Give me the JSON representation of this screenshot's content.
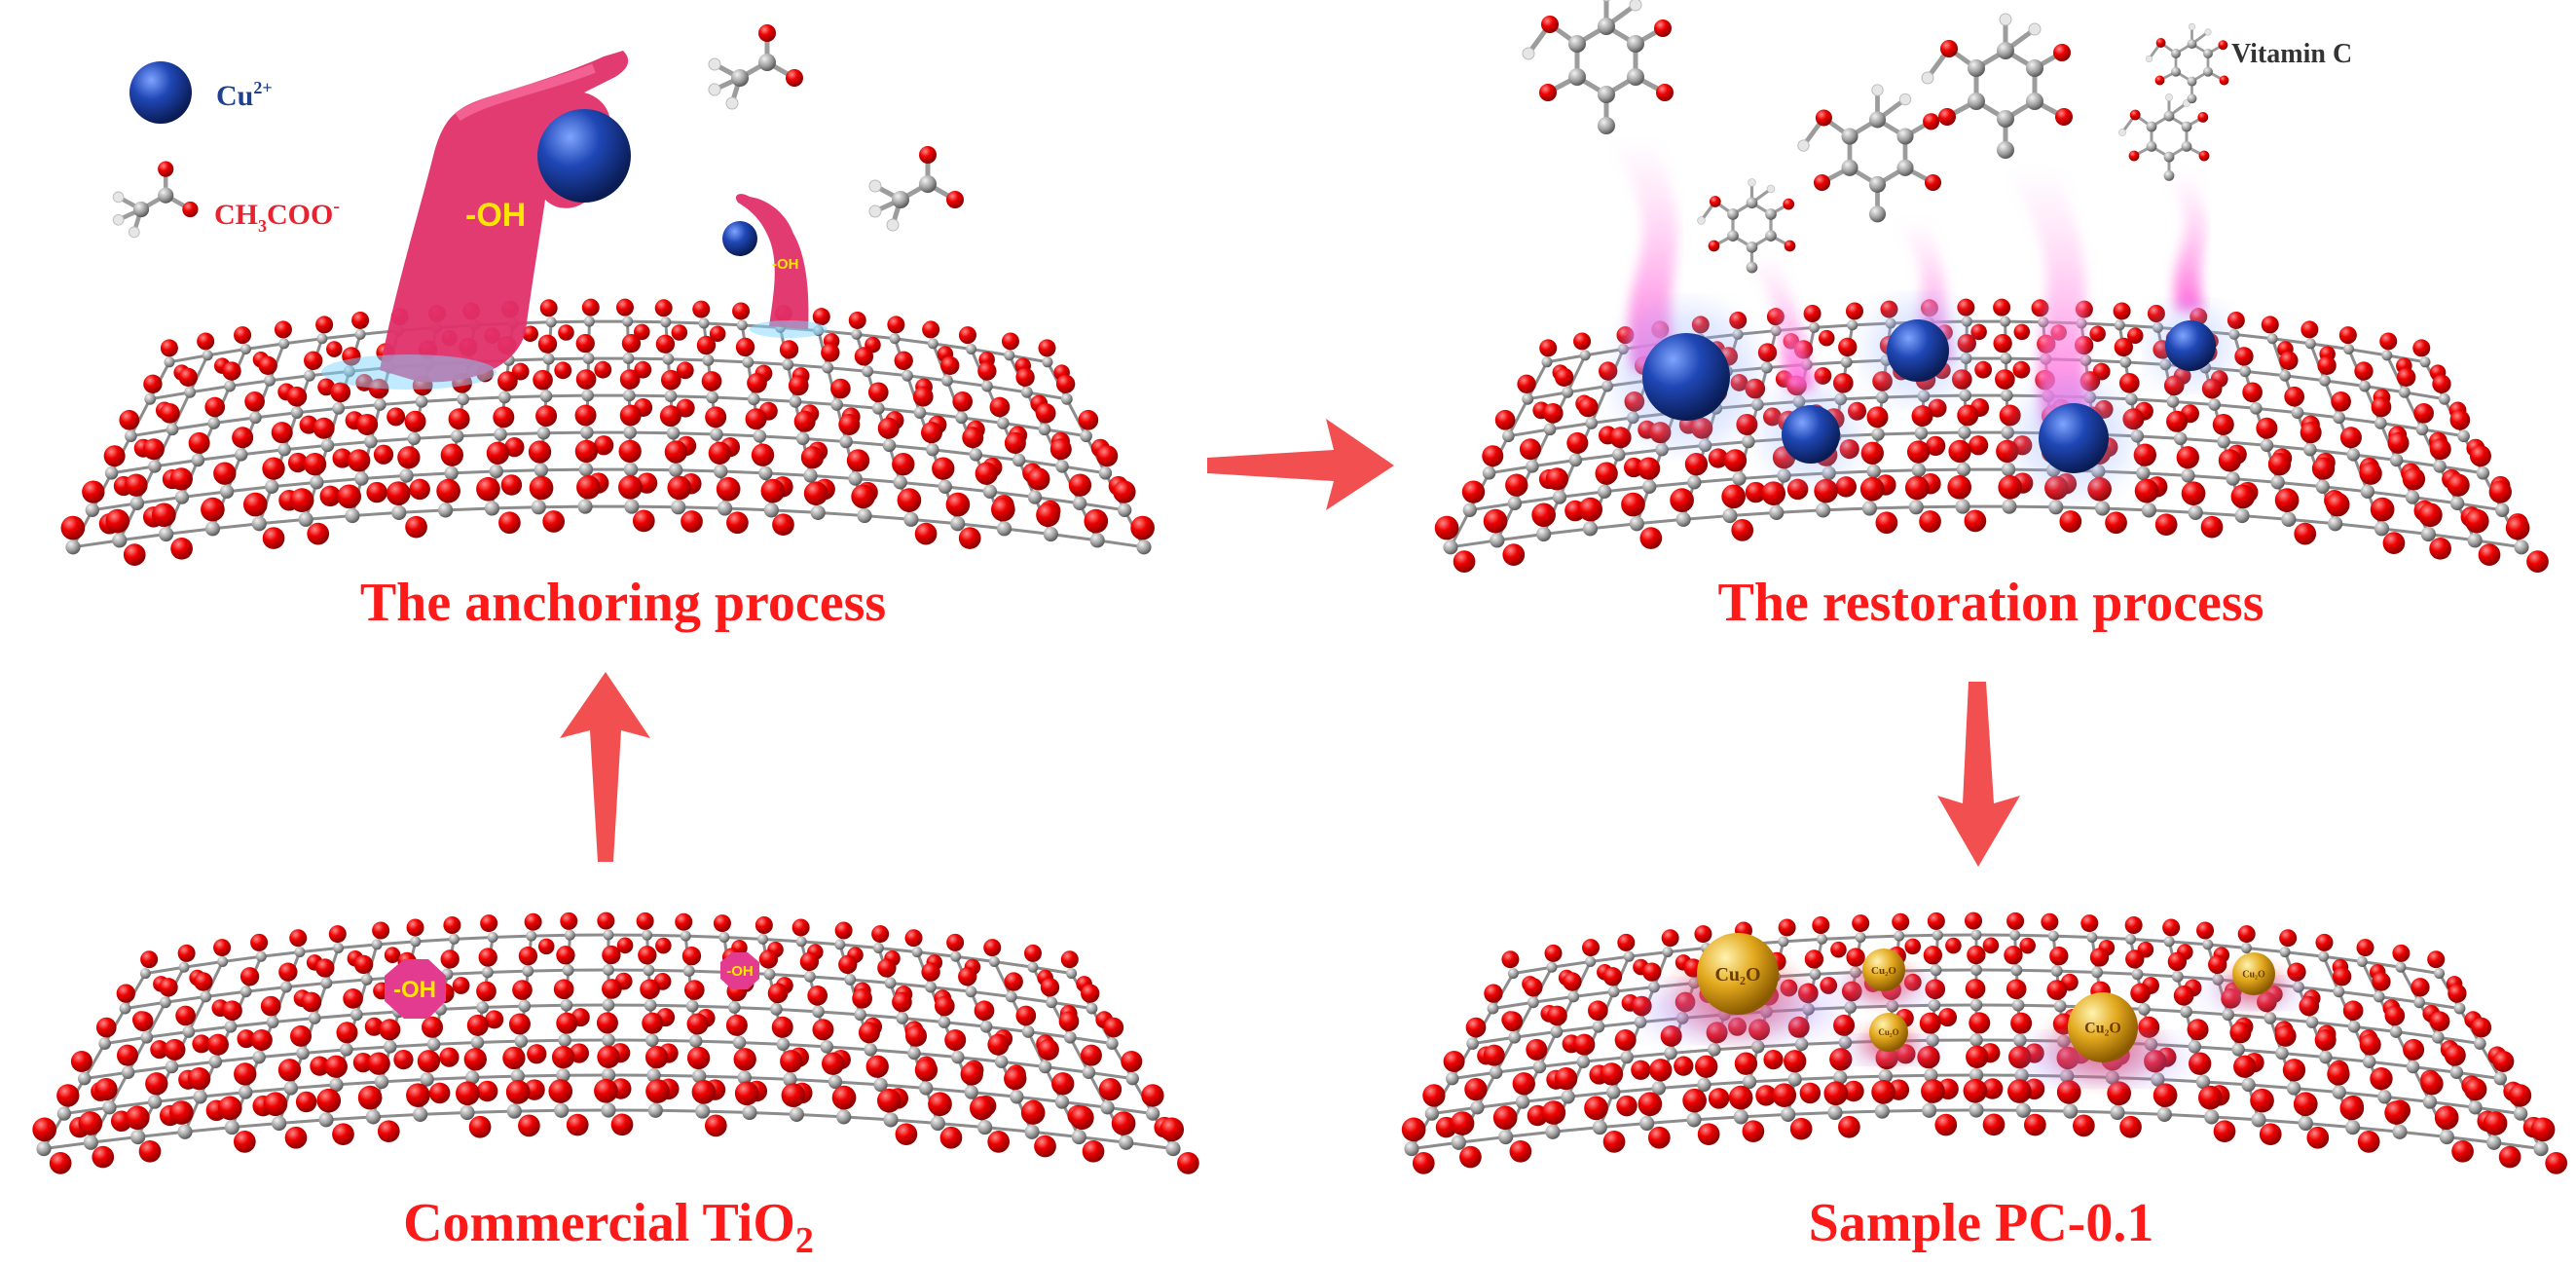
{
  "labels": {
    "anchoring": "The anchoring process",
    "restoration": "The restoration process",
    "commercial_main": "Commercial TiO",
    "commercial_sub": "2",
    "sample": "Sample PC-0.1"
  },
  "legend": {
    "cu_main": "Cu",
    "cu_sup": "2+",
    "acetate_a": "CH",
    "acetate_b": "3",
    "acetate_c": "COO",
    "acetate_d": "-",
    "vitamin_c": "Vitamin C"
  },
  "tags": {
    "hydroxyl": "-OH",
    "cu2o": "Cu₂O"
  },
  "colors": {
    "caption_red": "#ff1a1a",
    "oxygen_red": "#ee0000",
    "titanium_gray": "#9a9a9a",
    "cu_blue": "#1f3f8f",
    "hand_pink": "#e0306a",
    "cu2o_gold": "#e0a71c",
    "arrow_red": "#f25050",
    "glow_pink": "#ff7ad9"
  },
  "icons": {
    "flow_arrow": "red-block-arrow",
    "cu_ion": "blue-sphere",
    "acetate": "ball-and-stick-molecule",
    "vitamin_c": "ball-and-stick-molecule",
    "hydroxyl_group": "pink-hand"
  }
}
